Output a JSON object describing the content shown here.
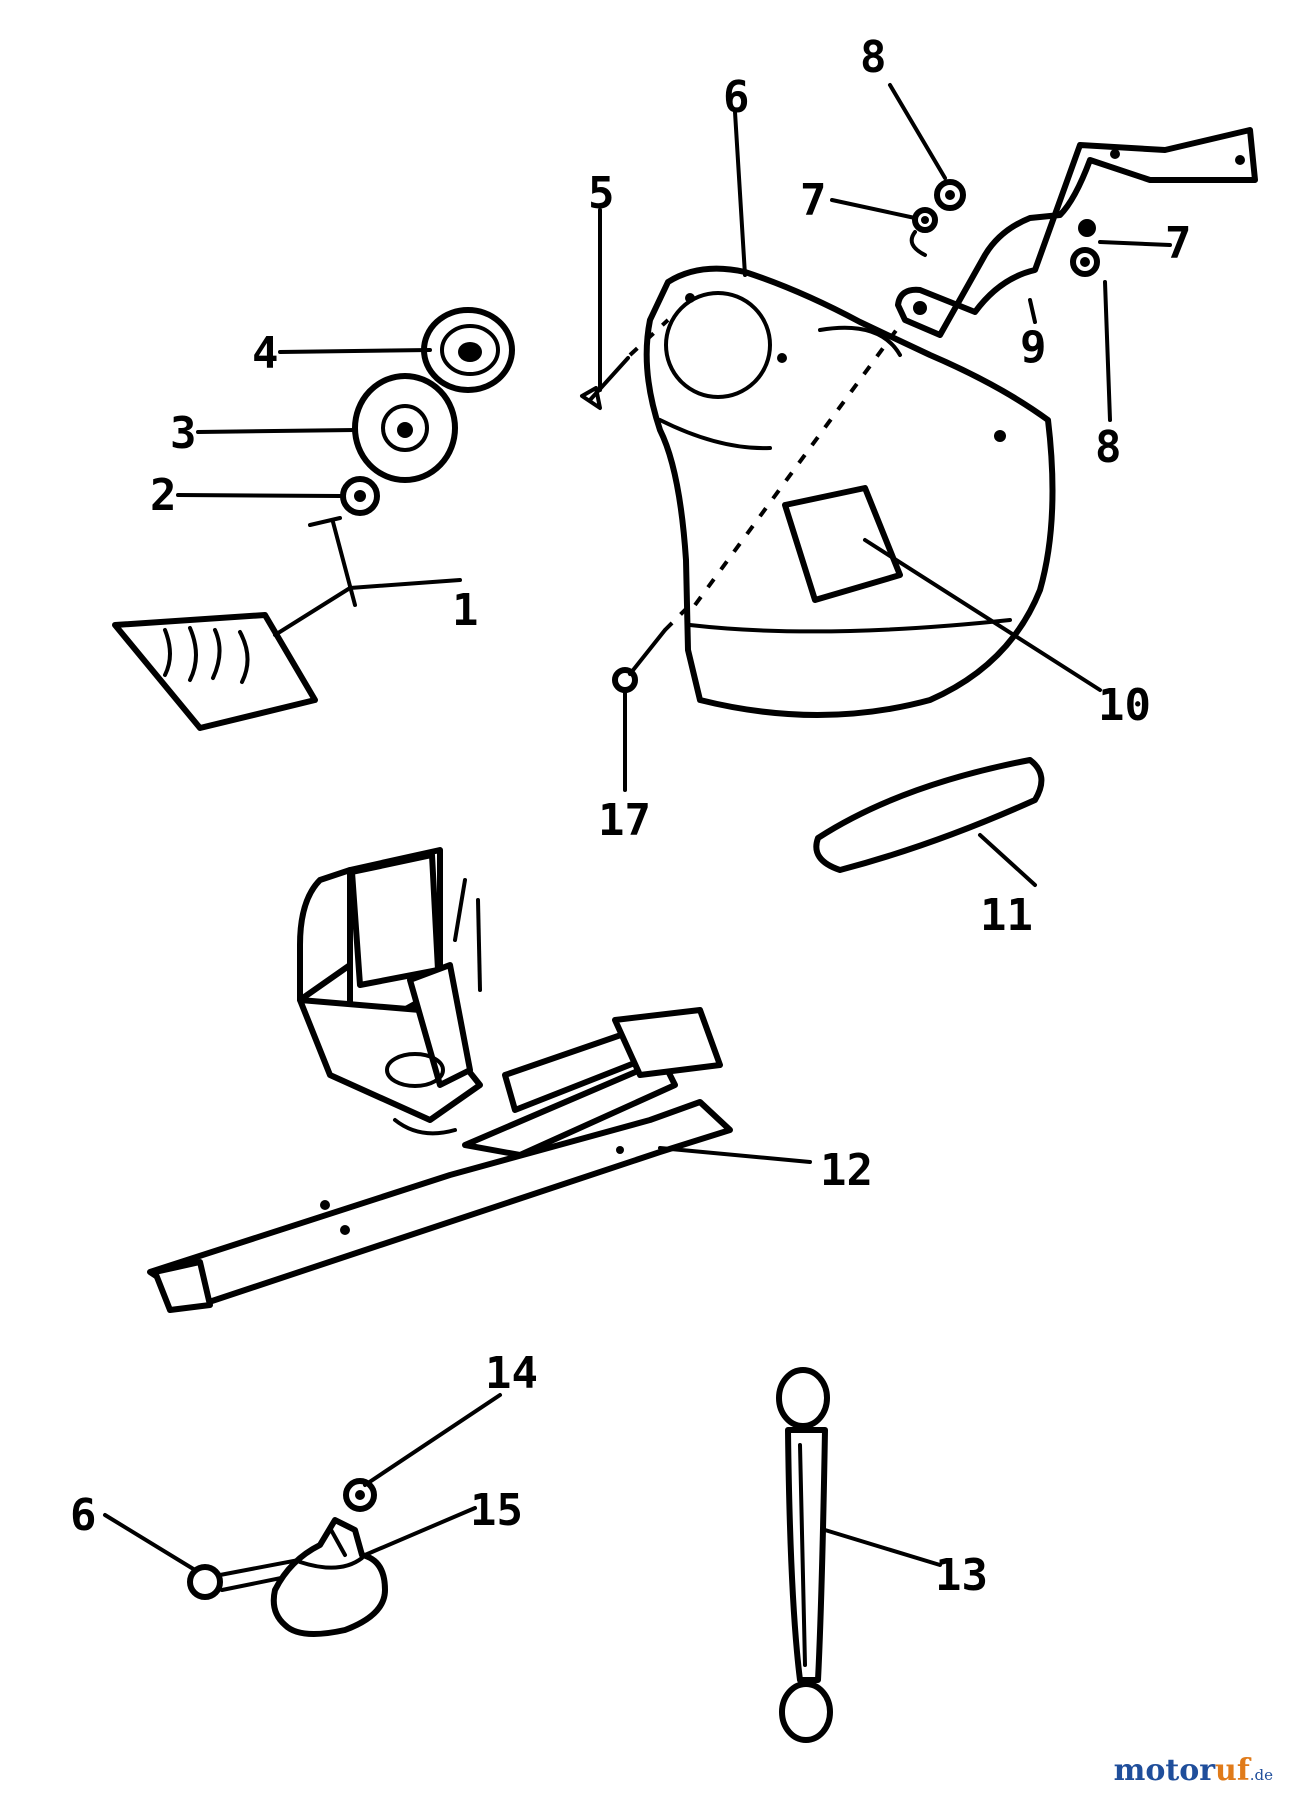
{
  "diagram": {
    "callouts": [
      {
        "id": "c1",
        "text": "1"
      },
      {
        "id": "c2",
        "text": "2"
      },
      {
        "id": "c3",
        "text": "3"
      },
      {
        "id": "c4",
        "text": "4"
      },
      {
        "id": "c5",
        "text": "5"
      },
      {
        "id": "c6a",
        "text": "6"
      },
      {
        "id": "c7a",
        "text": "7"
      },
      {
        "id": "c8a",
        "text": "8"
      },
      {
        "id": "c7b",
        "text": "7"
      },
      {
        "id": "c9",
        "text": "9"
      },
      {
        "id": "c8b",
        "text": "8"
      },
      {
        "id": "c10",
        "text": "10"
      },
      {
        "id": "c17",
        "text": "17"
      },
      {
        "id": "c11",
        "text": "11"
      },
      {
        "id": "c12",
        "text": "12"
      },
      {
        "id": "c14",
        "text": "14"
      },
      {
        "id": "c15",
        "text": "15"
      },
      {
        "id": "c6b",
        "text": "6"
      },
      {
        "id": "c13",
        "text": "13"
      }
    ],
    "colors": {
      "line": "#000000",
      "background": "#ffffff",
      "watermark_primary": "#1f4e9b",
      "watermark_accent": "#e07b1a"
    }
  },
  "watermark": {
    "main": "motor",
    "accent": "uf",
    "tld": ".de"
  }
}
